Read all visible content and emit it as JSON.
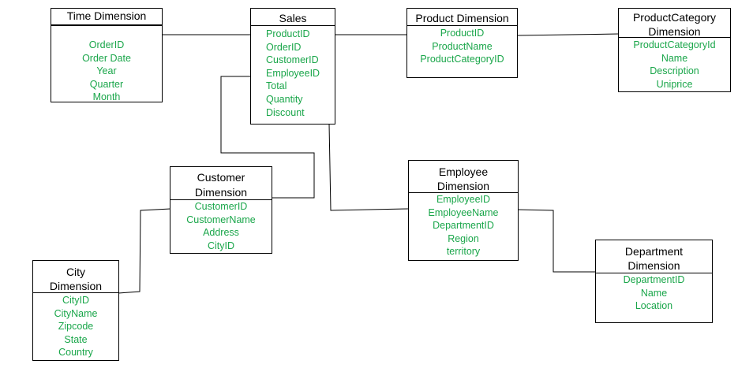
{
  "entities": {
    "time": {
      "title": "Time Dimension",
      "fields": [
        "OrderID",
        "Order Date",
        "Year",
        "Quarter",
        "Month"
      ]
    },
    "sales": {
      "title": "Sales",
      "fields": [
        "ProductID",
        "OrderID",
        "CustomerID",
        "EmployeeID",
        "Total",
        "Quantity",
        "Discount"
      ]
    },
    "product": {
      "title": "Product Dimension",
      "fields": [
        "ProductID",
        "ProductName",
        "ProductCategoryID"
      ]
    },
    "product_category": {
      "title_line1": "ProductCategory",
      "title_line2": "Dimension",
      "fields": [
        "ProductCategoryId",
        "Name",
        "Description",
        "Uniprice"
      ]
    },
    "customer": {
      "title_line1": "Customer",
      "title_line2": "Dimension",
      "fields": [
        "CustomerID",
        "CustomerName",
        "Address",
        "CityID"
      ]
    },
    "employee": {
      "title_line1": "Employee",
      "title_line2": "Dimension",
      "fields": [
        "EmployeeID",
        "EmployeeName",
        "DepartmentID",
        "Region",
        "territory"
      ]
    },
    "city": {
      "title_line1": "City",
      "title_line2": "Dimension",
      "fields": [
        "CityID",
        "CityName",
        "Zipcode",
        "State",
        "Country"
      ]
    },
    "department": {
      "title_line1": "Department",
      "title_line2": "Dimension",
      "fields": [
        "DepartmentID",
        "Name",
        "Location"
      ]
    }
  },
  "colors": {
    "field_text": "#1aa64a",
    "title_text": "#000000",
    "border": "#000000"
  }
}
